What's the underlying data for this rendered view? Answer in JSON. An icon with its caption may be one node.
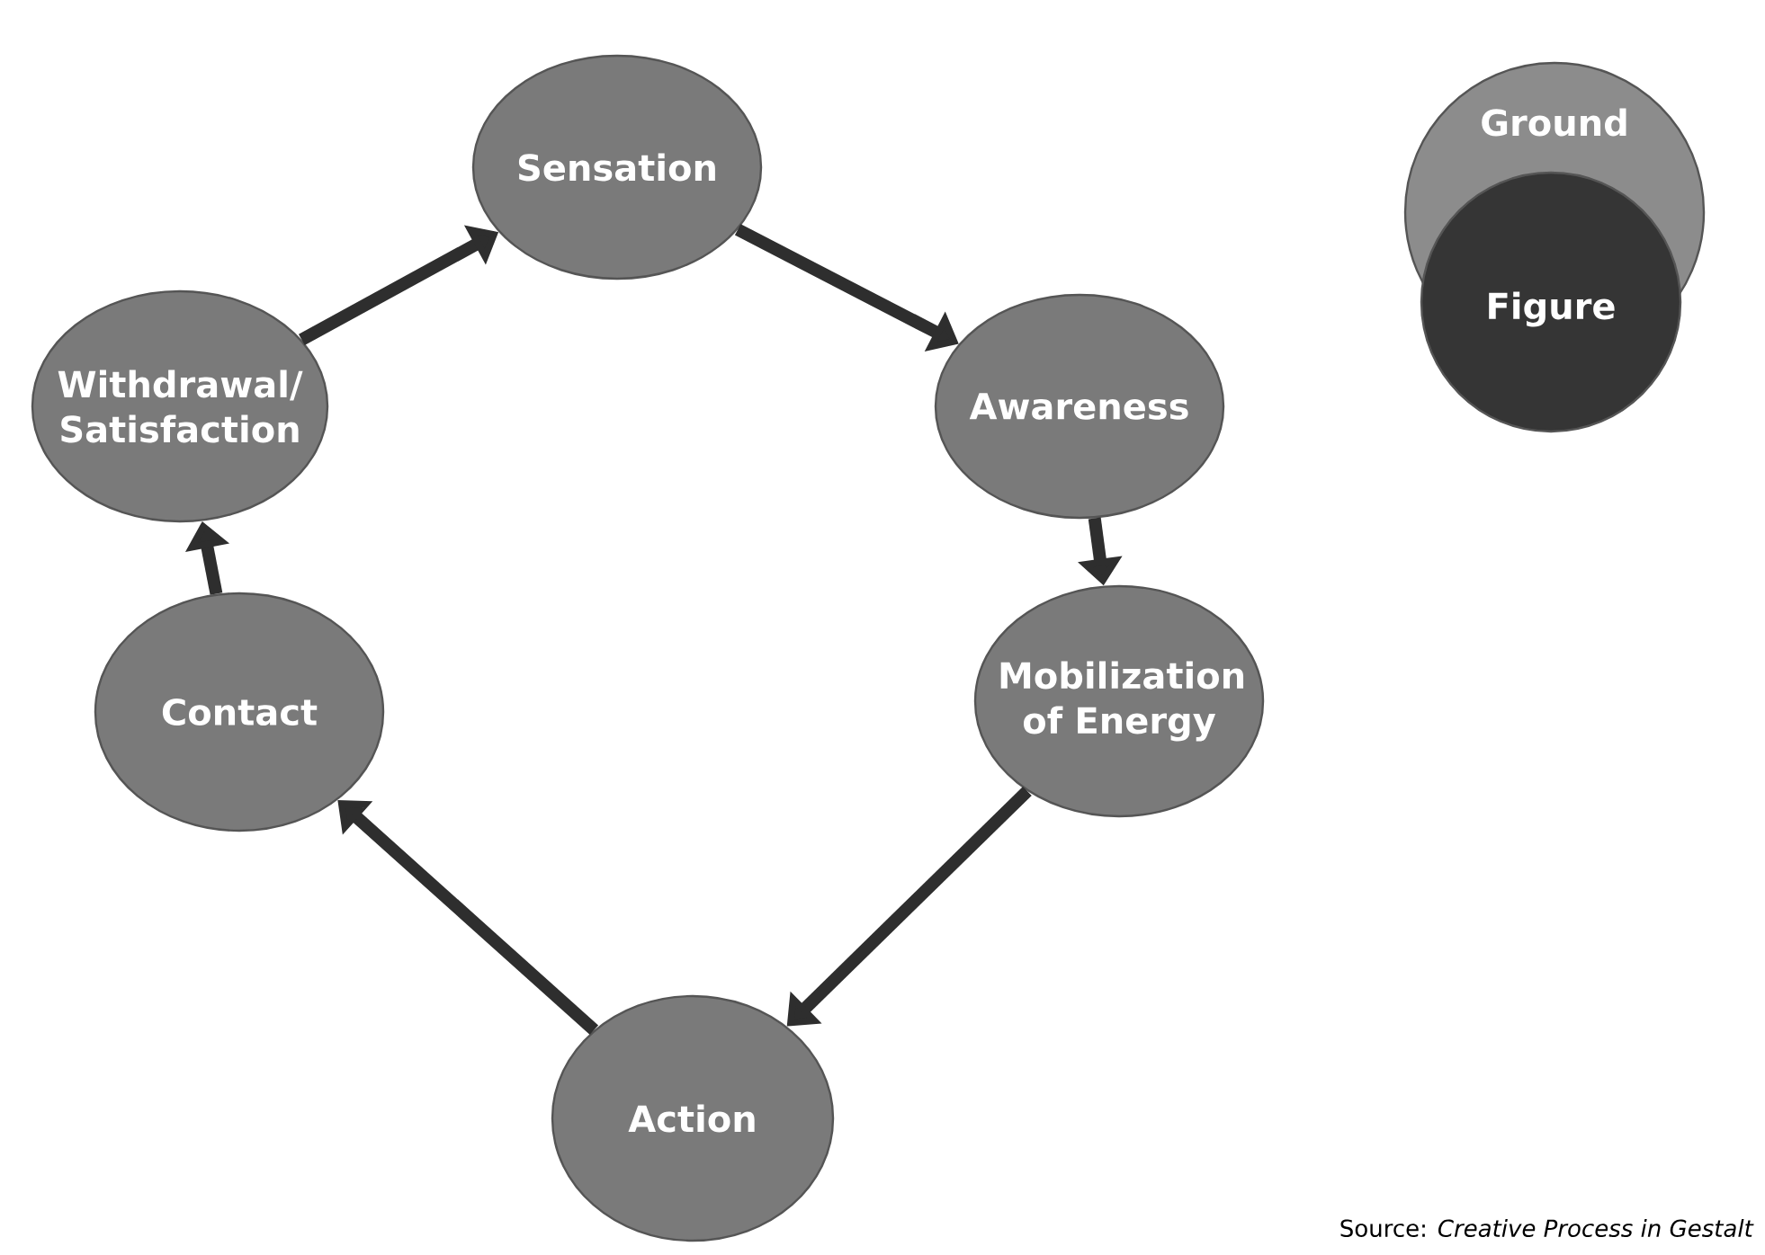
{
  "diagram": {
    "nodes": [
      {
        "text": [
          "Sensation"
        ]
      },
      {
        "text": [
          "Awareness"
        ]
      },
      {
        "text": [
          "Mobilization of Energy"
        ]
      },
      {
        "text": [
          "Action"
        ]
      },
      {
        "text": [
          "Contact"
        ]
      },
      {
        "text": [
          "Withdrawal/ Satisfaction"
        ]
      },
      {
        "text": [
          "Ground"
        ]
      },
      {
        "text": [
          "Figure"
        ]
      }
    ],
    "edges": [
      {
        "from": 0,
        "to": 1,
        "arrow": "to"
      },
      {
        "from": 1,
        "to": 2,
        "arrow": "to"
      },
      {
        "from": 2,
        "to": 3,
        "arrow": "to"
      },
      {
        "from": 3,
        "to": 4,
        "arrow": "to"
      },
      {
        "from": 4,
        "to": 5,
        "arrow": "to"
      },
      {
        "from": 5,
        "to": 0,
        "arrow": "to"
      }
    ],
    "labels": [
      "Source: *Creative Process in Gestalt*"
    ]
  }
}
